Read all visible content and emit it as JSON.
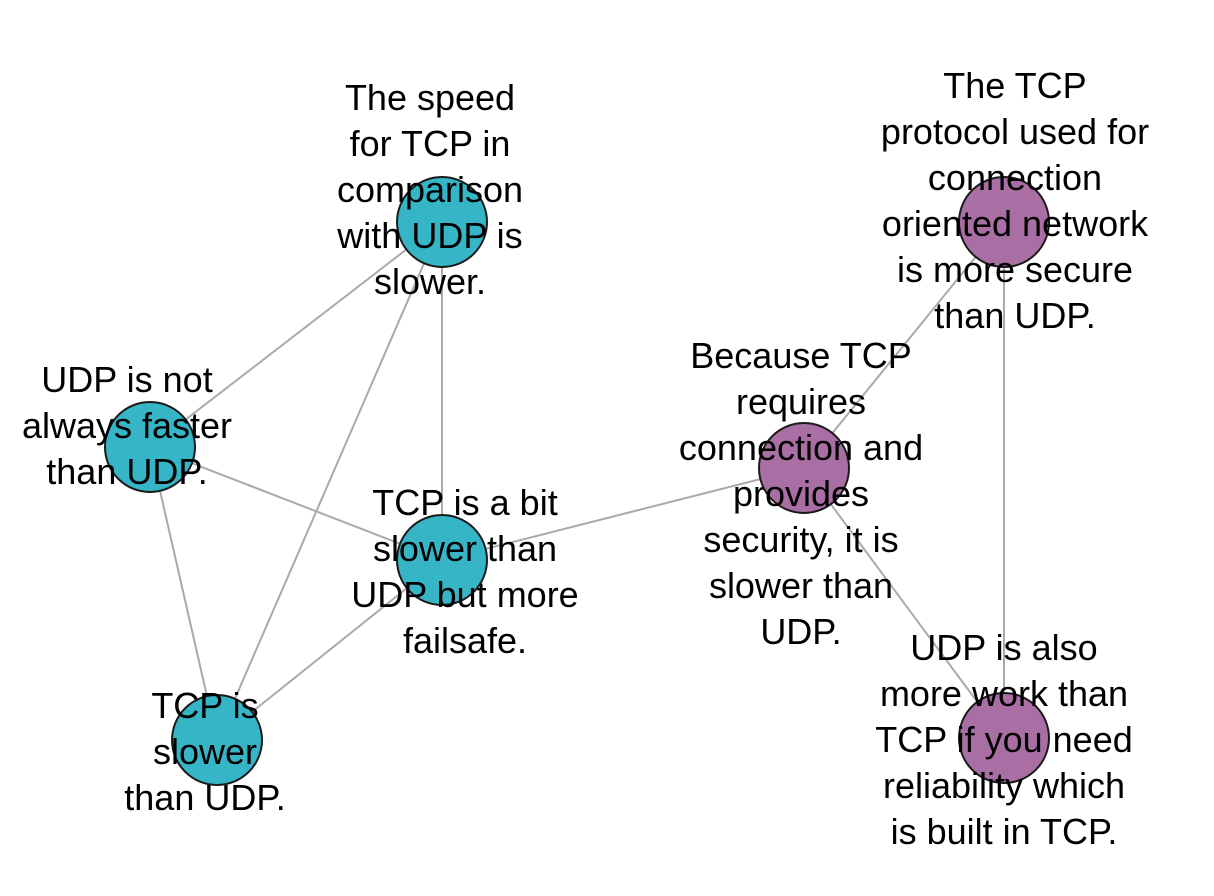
{
  "colors": {
    "cluster_a": "#36b5c7",
    "cluster_b": "#a96fa4",
    "edge": "#aaaaaa"
  },
  "nodes": [
    {
      "id": "speed",
      "cluster": "cluster_a",
      "label": [
        "The speed",
        "for TCP in",
        "comparison",
        "with UDP is",
        "slower."
      ]
    },
    {
      "id": "notfaster",
      "cluster": "cluster_a",
      "label": [
        "UDP is not",
        "always faster",
        "than UDP."
      ]
    },
    {
      "id": "bitslower",
      "cluster": "cluster_a",
      "label": [
        "TCP is a bit",
        "slower than",
        "UDP but more",
        "failsafe."
      ]
    },
    {
      "id": "slower",
      "cluster": "cluster_a",
      "label": [
        "TCP is",
        "slower",
        "than UDP."
      ]
    },
    {
      "id": "secure",
      "cluster": "cluster_b",
      "label": [
        "The TCP",
        "protocol used for",
        "connection",
        "oriented network",
        "is more secure",
        "than UDP."
      ]
    },
    {
      "id": "because",
      "cluster": "cluster_b",
      "label": [
        "Because TCP",
        "requires",
        "connection and",
        "provides",
        "security, it is",
        "slower than",
        "UDP."
      ]
    },
    {
      "id": "morework",
      "cluster": "cluster_b",
      "label": [
        "UDP is also",
        "more work than",
        "TCP if you need",
        "reliability which",
        "is built in TCP."
      ]
    }
  ],
  "edges": [
    [
      "speed",
      "notfaster"
    ],
    [
      "speed",
      "bitslower"
    ],
    [
      "speed",
      "slower"
    ],
    [
      "notfaster",
      "bitslower"
    ],
    [
      "notfaster",
      "slower"
    ],
    [
      "bitslower",
      "slower"
    ],
    [
      "bitslower",
      "because"
    ],
    [
      "because",
      "secure"
    ],
    [
      "because",
      "morework"
    ],
    [
      "secure",
      "morework"
    ]
  ]
}
